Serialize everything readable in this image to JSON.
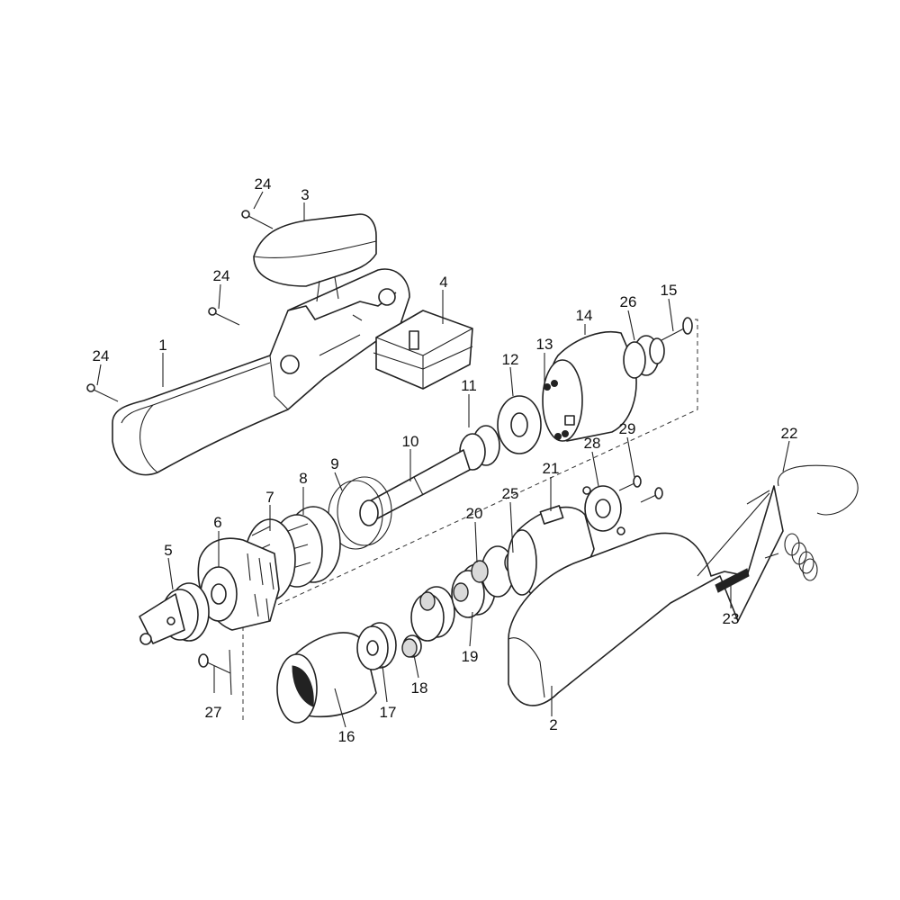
{
  "diagram": {
    "labels": {
      "p1": "1",
      "p2": "2",
      "p3": "3",
      "p4": "4",
      "p5": "5",
      "p6": "6",
      "p7": "7",
      "p8": "8",
      "p9": "9",
      "p10": "10",
      "p11": "11",
      "p12": "12",
      "p13": "13",
      "p14": "14",
      "p15": "15",
      "p16": "16",
      "p17": "17",
      "p18": "18",
      "p19": "19",
      "p20": "20",
      "p21": "21",
      "p22": "22",
      "p23": "23",
      "p24a": "24",
      "p24b": "24",
      "p24c": "24",
      "p25": "25",
      "p26": "26",
      "p27": "27",
      "p28": "28",
      "p29": "29"
    }
  }
}
